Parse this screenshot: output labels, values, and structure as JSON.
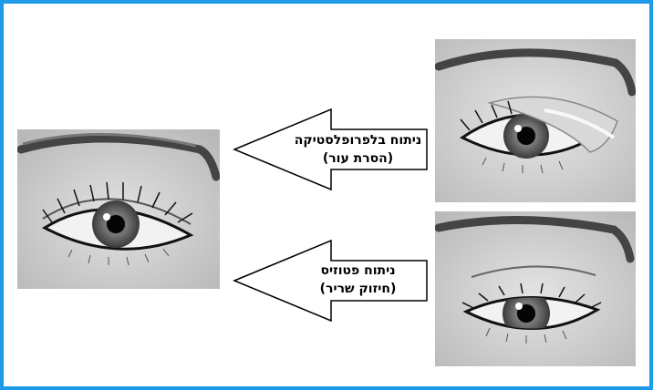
{
  "colors": {
    "frame_border": "#1e9be6",
    "arrow_fill": "#ffffff",
    "arrow_stroke": "#000000"
  },
  "images": {
    "result": "eye-result-photo",
    "before_top": "eye-blepharoplasty-photo",
    "before_bottom": "eye-ptosis-photo"
  },
  "arrows": [
    {
      "line1": "ניתוח בלפרופלסטיקה",
      "line2": "(הסרת עור)"
    },
    {
      "line1": "ניתוח פטוזיס",
      "line2": "(חיזוק שריר)"
    }
  ]
}
